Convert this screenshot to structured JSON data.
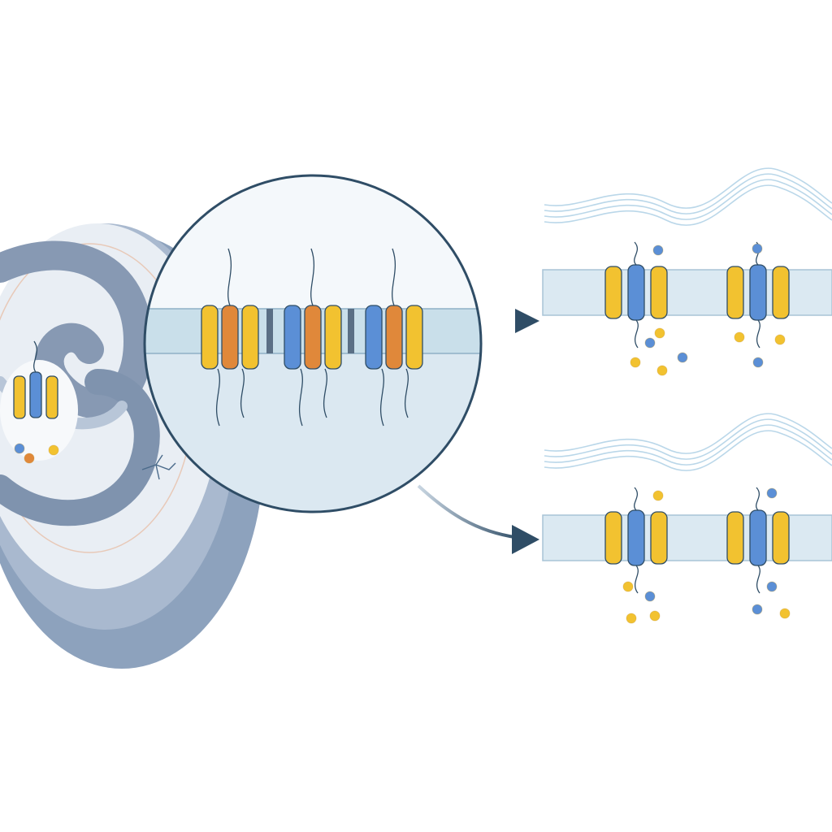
{
  "diagram": {
    "panels": [
      {
        "id": "cell-overview",
        "kind": "cell-with-spiral"
      },
      {
        "id": "zoom-inset",
        "kind": "magnified-membrane"
      },
      {
        "id": "state-top",
        "kind": "membrane-strip"
      },
      {
        "id": "state-bottom",
        "kind": "membrane-strip"
      }
    ],
    "arrows": [
      {
        "from": "zoom-inset",
        "to": "state-top",
        "style": "straight"
      },
      {
        "from": "zoom-inset",
        "to": "state-bottom",
        "style": "curved"
      }
    ],
    "colors": {
      "channel_yellow": "#f2c230",
      "channel_blue": "#5b8fd6",
      "channel_orange": "#e0883a",
      "membrane": "#dbe9f2",
      "outline": "#2f4d66",
      "cell_gray": "#8fa3bf",
      "wave": "#a9cde3",
      "ion_blue": "#5b8fd6",
      "ion_yellow": "#f2c230"
    }
  }
}
